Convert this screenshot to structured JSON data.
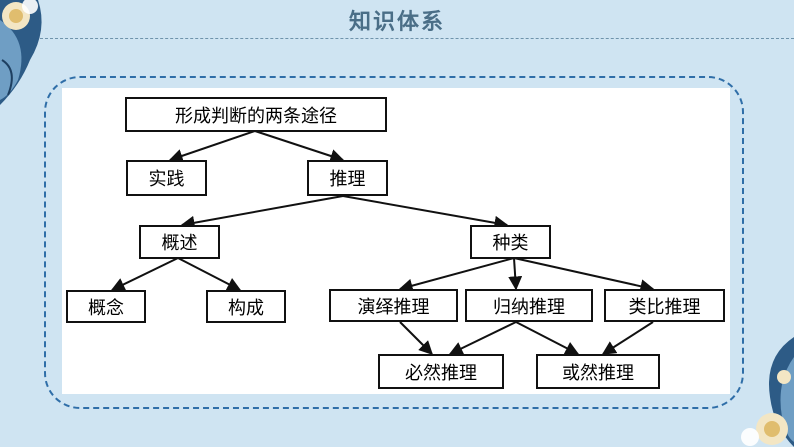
{
  "title": "知识体系",
  "nodes": {
    "root": "形成判断的两条途径",
    "practice": "实践",
    "reasoning": "推理",
    "overview": "概述",
    "types": "种类",
    "concept": "概念",
    "structure": "构成",
    "deductive": "演绎推理",
    "inductive": "归纳推理",
    "analogical": "类比推理",
    "necessary": "必然推理",
    "probable": "或然推理"
  },
  "colors": {
    "background": "#cfe4f2",
    "title": "#4a6e87",
    "frame_border": "#2f6ea8",
    "node_border": "#111111"
  },
  "decorations": [
    "flower-icon",
    "flower-icon"
  ]
}
